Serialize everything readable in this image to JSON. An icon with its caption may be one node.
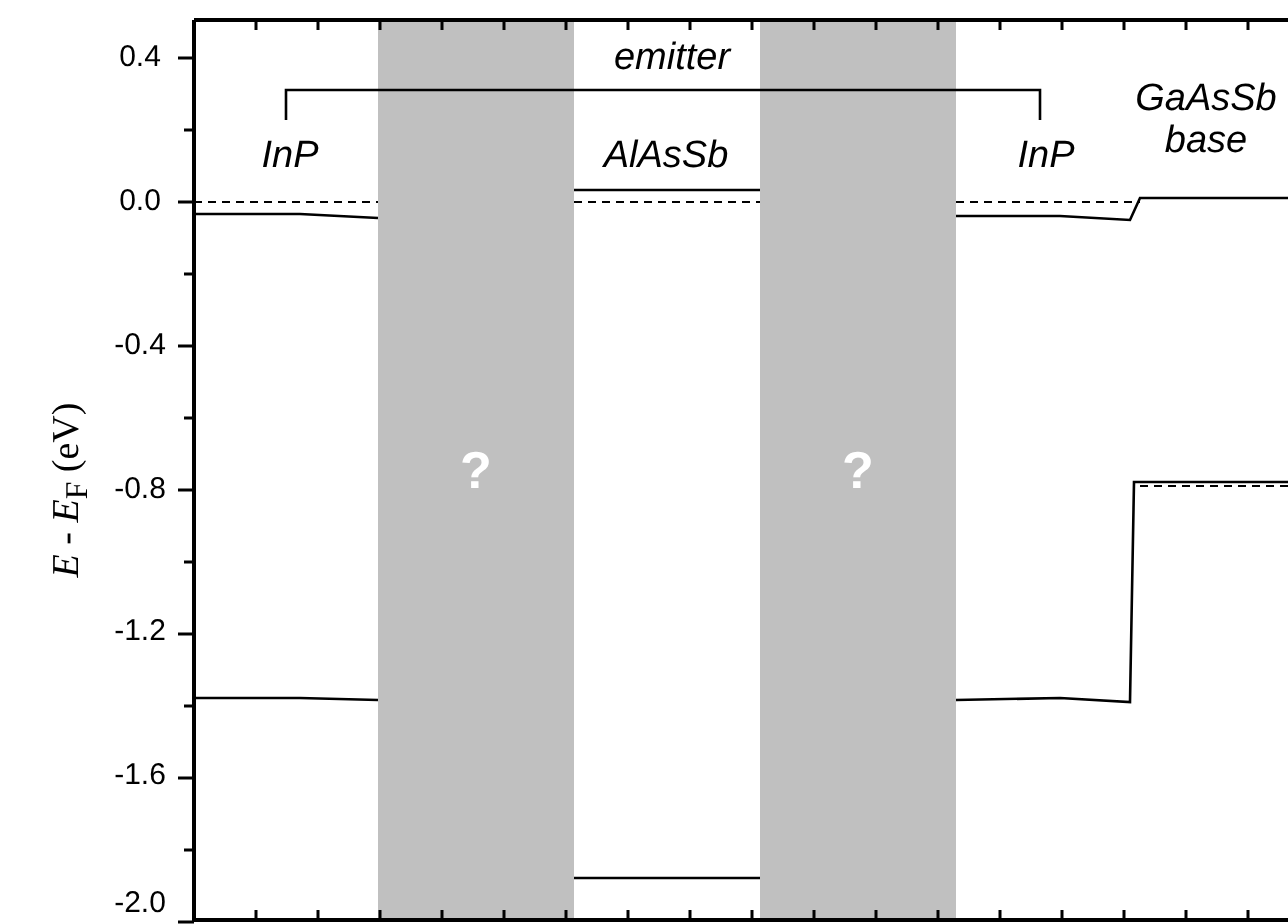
{
  "diagram": {
    "nodes": [
      {
        "text": [
          "?"
        ]
      },
      {
        "text": [
          "?"
        ]
      }
    ],
    "labels": [
      "0.4",
      "emitter",
      "GaAsSb base",
      "InP",
      "AlAsSb",
      "InP",
      "0.0",
      "-0.4",
      "-0.8",
      "-1.2",
      "-1.6",
      "-2.0",
      "*E* - *E*$_{F}$ (eV)"
    ]
  }
}
